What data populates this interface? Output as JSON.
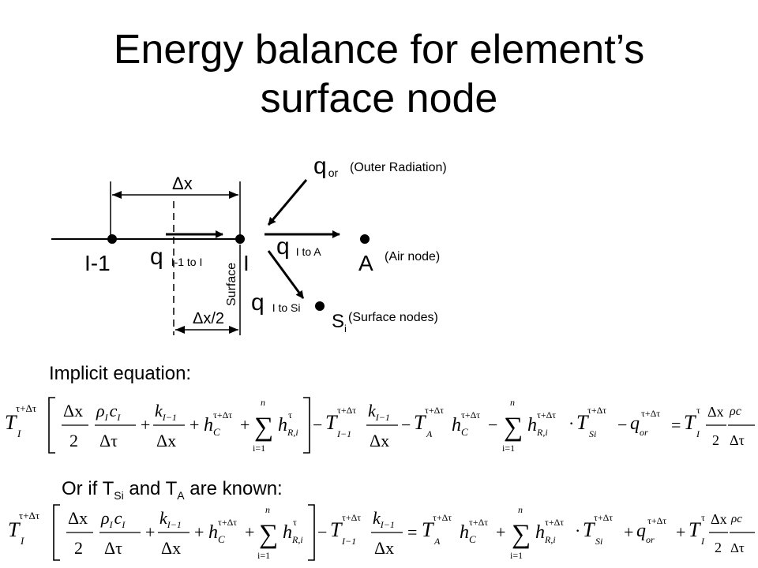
{
  "title": {
    "line1": "Energy balance for element’s",
    "line2": "surface node"
  },
  "diagram": {
    "dx_label": "Δx",
    "half_dx_label": "Δx/2",
    "node_prev": "I-1",
    "node_cur": "I",
    "surface_label": "Surface",
    "q": "q",
    "q_prev_sub": "I-1 to I",
    "q_air_sub": "I to A",
    "q_surf_sub": "I to Si",
    "q_or_sub": "or",
    "outer_radiation": "(Outer Radiation)",
    "air_node_label": "A",
    "air_node_desc": "(Air node)",
    "surf_node_label": "S",
    "surf_node_sub": "i",
    "surf_node_desc": "(Surface nodes)"
  },
  "implicit": {
    "label": "Implicit equation:"
  },
  "known": {
    "prefix": "Or if T",
    "ts_sub": "Si",
    "mid": " and T",
    "ta_sub": "A",
    "suffix": " are known:"
  },
  "equation": {
    "T": "T",
    "I": "I",
    "Iminus1": "I−1",
    "tau_dtau": "τ+Δτ",
    "tau": "τ",
    "dx": "Δx",
    "two": "2",
    "rho_c": "ρ",
    "c": "c",
    "dtau": "Δτ",
    "k": "k",
    "h": "h",
    "C": "C",
    "Ri": "R,i",
    "A": "A",
    "Si": "Si",
    "q": "q",
    "or": "or",
    "n": "n",
    "i1": "i=1",
    "sigma": "∑",
    "plus": "+",
    "minus": "−",
    "eq": "=",
    "dot": "·"
  }
}
